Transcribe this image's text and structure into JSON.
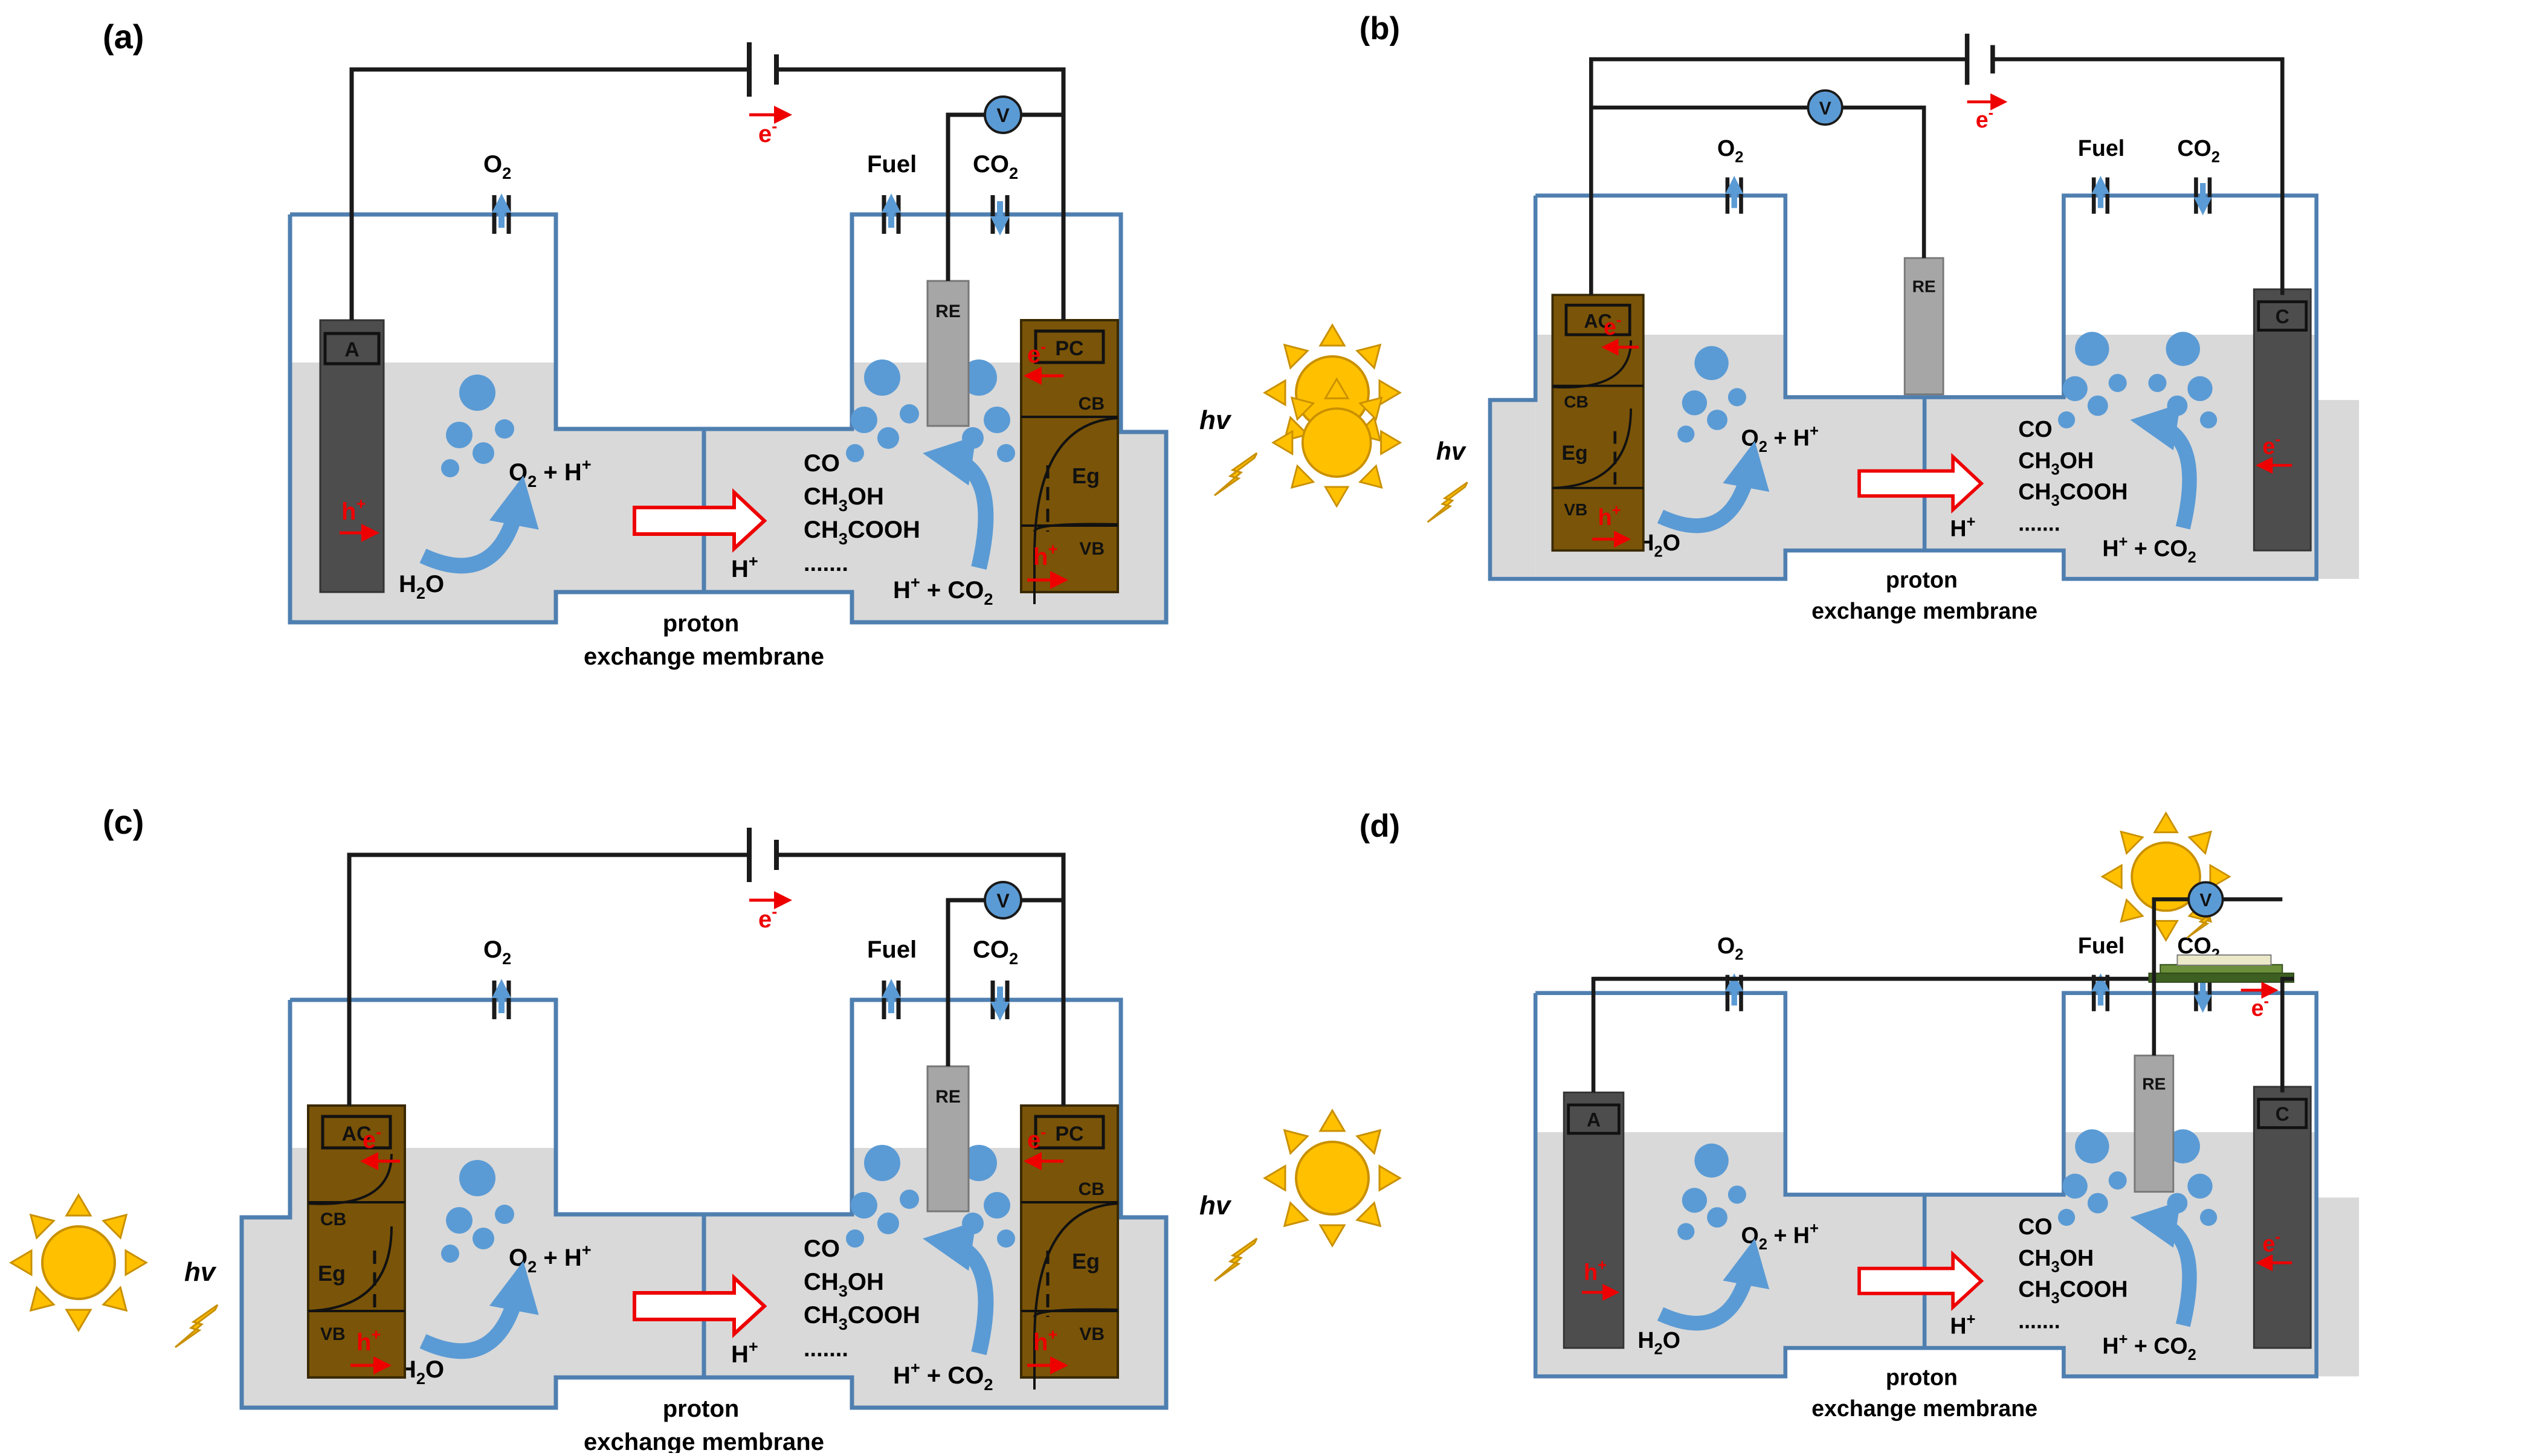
{
  "colors": {
    "wire": "#1a1a1a",
    "cell_border": "#4f7fb0",
    "electrolyte": "#d9d9d9",
    "electrode_dark": "#4d4d4d",
    "photo_electrode": "#7a5408",
    "ref_electrode": "#a6a6a6",
    "bubble": "#5b9bd5",
    "arrow_red": "#ee0000",
    "sun_fill": "#ffc000",
    "sun_stroke": "#c99000",
    "pv_top": "#ece9c8",
    "pv_mid": "#6b8e3a",
    "pv_bottom": "#3d5f22"
  },
  "panels": [
    {
      "label": "(a)",
      "left_electrode": {
        "label": "A",
        "type": "dark"
      },
      "right_electrode": {
        "label": "PC",
        "type": "photo"
      },
      "has_ref": true,
      "ref_label": "RE",
      "volt_side": "right",
      "power": "battery",
      "left_sun": false,
      "right_sun": true
    },
    {
      "label": "(b)",
      "left_electrode": {
        "label": "AC",
        "type": "photo"
      },
      "right_electrode": {
        "label": "C",
        "type": "dark"
      },
      "has_ref": true,
      "ref_label": "RE",
      "volt_side": "left",
      "power": "battery",
      "left_sun": true,
      "right_sun": false
    },
    {
      "label": "(c)",
      "left_electrode": {
        "label": "AC",
        "type": "photo"
      },
      "right_electrode": {
        "label": "PC",
        "type": "photo"
      },
      "has_ref": true,
      "ref_label": "RE",
      "volt_side": "right",
      "power": "battery",
      "left_sun": true,
      "right_sun": true
    },
    {
      "label": "(d)",
      "left_electrode": {
        "label": "A",
        "type": "dark"
      },
      "right_electrode": {
        "label": "C",
        "type": "dark"
      },
      "has_ref": true,
      "ref_label": "RE",
      "volt_side": "right",
      "power": "pv",
      "left_sun": false,
      "right_sun": false
    }
  ],
  "labels": {
    "o2": "O",
    "o2_sub": "2",
    "fuel": "Fuel",
    "co2": "CO",
    "co2_sub": "2",
    "electron": "e",
    "electron_sup": "-",
    "hole": "h",
    "hole_sup": "+",
    "voltmeter": "V",
    "hv": "hv",
    "o2_h_main": "O",
    "o2_h_sub": "2",
    "o2_h_rest": " + H",
    "o2_h_sup": "+",
    "h2o_main": "H",
    "h2o_sub": "2",
    "h2o_rest": "O",
    "h_plus": "H",
    "h_plus_sup": "+",
    "h_co2_main": "H",
    "h_co2_sup": "+",
    "h_co2_rest": " + CO",
    "h_co2_sub": "2",
    "products": {
      "co": "CO",
      "ch3oh": [
        "CH",
        "3",
        "OH"
      ],
      "ch3cooh": [
        "CH",
        "3",
        "COOH"
      ],
      "dots": "......."
    },
    "membrane_line1": "proton",
    "membrane_line2": "exchange membrane",
    "cb": "CB",
    "vb": "VB",
    "eg": "Eg"
  }
}
